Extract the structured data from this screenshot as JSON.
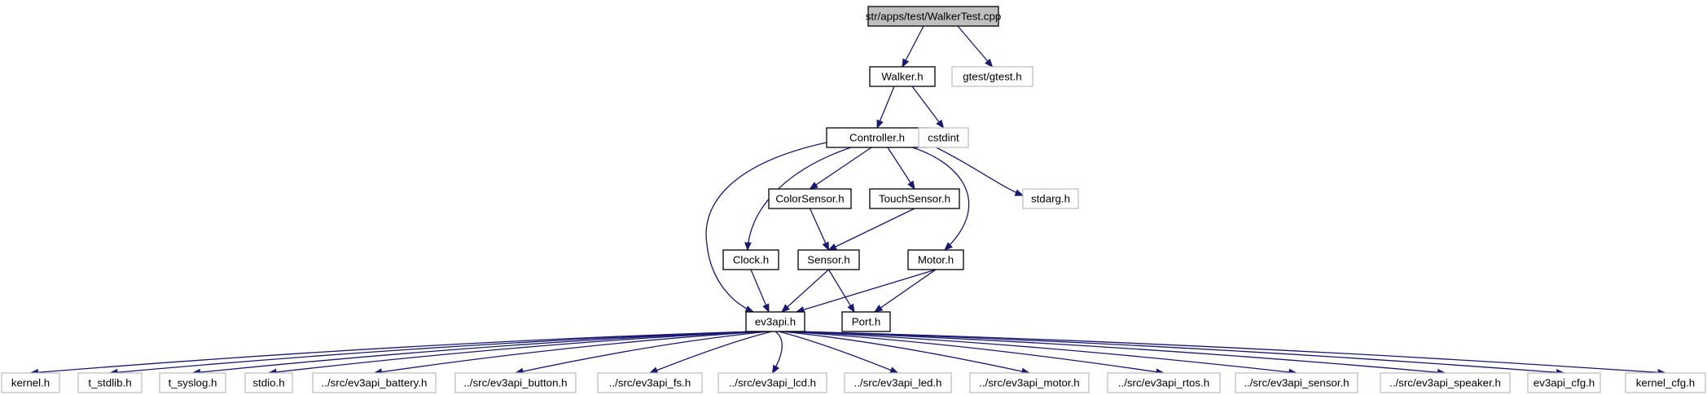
{
  "colors": {
    "edge": "#191970",
    "node_border_documented": "#000000",
    "node_border_external": "#bfbfbf",
    "root_fill": "#bfbfbf"
  },
  "nodes": [
    {
      "id": "walkertest",
      "label": "str/apps/test/WalkerTest.cpp",
      "kind": "root"
    },
    {
      "id": "walker",
      "label": "Walker.h",
      "kind": "documented"
    },
    {
      "id": "gtest",
      "label": "gtest/gtest.h",
      "kind": "external"
    },
    {
      "id": "controller",
      "label": "Controller.h",
      "kind": "documented"
    },
    {
      "id": "cstdint",
      "label": "cstdint",
      "kind": "external"
    },
    {
      "id": "colorsensor",
      "label": "ColorSensor.h",
      "kind": "documented"
    },
    {
      "id": "touchsensor",
      "label": "TouchSensor.h",
      "kind": "documented"
    },
    {
      "id": "stdarg",
      "label": "stdarg.h",
      "kind": "external"
    },
    {
      "id": "clock",
      "label": "Clock.h",
      "kind": "documented"
    },
    {
      "id": "sensor",
      "label": "Sensor.h",
      "kind": "documented"
    },
    {
      "id": "motor",
      "label": "Motor.h",
      "kind": "documented"
    },
    {
      "id": "ev3api",
      "label": "ev3api.h",
      "kind": "documented"
    },
    {
      "id": "port",
      "label": "Port.h",
      "kind": "documented"
    },
    {
      "id": "kernel",
      "label": "kernel.h",
      "kind": "external"
    },
    {
      "id": "tstdlib",
      "label": "t_stdlib.h",
      "kind": "external"
    },
    {
      "id": "tsyslog",
      "label": "t_syslog.h",
      "kind": "external"
    },
    {
      "id": "stdio",
      "label": "stdio.h",
      "kind": "external"
    },
    {
      "id": "battery",
      "label": "../src/ev3api_battery.h",
      "kind": "external"
    },
    {
      "id": "button",
      "label": "../src/ev3api_button.h",
      "kind": "external"
    },
    {
      "id": "fs",
      "label": "../src/ev3api_fs.h",
      "kind": "external"
    },
    {
      "id": "lcd",
      "label": "../src/ev3api_lcd.h",
      "kind": "external"
    },
    {
      "id": "led",
      "label": "../src/ev3api_led.h",
      "kind": "external"
    },
    {
      "id": "motorsrc",
      "label": "../src/ev3api_motor.h",
      "kind": "external"
    },
    {
      "id": "rtos",
      "label": "../src/ev3api_rtos.h",
      "kind": "external"
    },
    {
      "id": "sensorsrc",
      "label": "../src/ev3api_sensor.h",
      "kind": "external"
    },
    {
      "id": "speaker",
      "label": "../src/ev3api_speaker.h",
      "kind": "external"
    },
    {
      "id": "cfg",
      "label": "ev3api_cfg.h",
      "kind": "external"
    },
    {
      "id": "kernelcfg",
      "label": "kernel_cfg.h",
      "kind": "external"
    }
  ],
  "edges": [
    {
      "from": "walkertest",
      "to": "walker"
    },
    {
      "from": "walkertest",
      "to": "gtest"
    },
    {
      "from": "walker",
      "to": "controller"
    },
    {
      "from": "walker",
      "to": "cstdint"
    },
    {
      "from": "controller",
      "to": "colorsensor"
    },
    {
      "from": "controller",
      "to": "touchsensor"
    },
    {
      "from": "controller",
      "to": "stdarg"
    },
    {
      "from": "controller",
      "to": "clock"
    },
    {
      "from": "controller",
      "to": "motor"
    },
    {
      "from": "controller",
      "to": "ev3api"
    },
    {
      "from": "colorsensor",
      "to": "sensor"
    },
    {
      "from": "touchsensor",
      "to": "sensor"
    },
    {
      "from": "clock",
      "to": "ev3api"
    },
    {
      "from": "sensor",
      "to": "ev3api"
    },
    {
      "from": "sensor",
      "to": "port"
    },
    {
      "from": "motor",
      "to": "ev3api"
    },
    {
      "from": "motor",
      "to": "port"
    },
    {
      "from": "ev3api",
      "to": "kernel"
    },
    {
      "from": "ev3api",
      "to": "tstdlib"
    },
    {
      "from": "ev3api",
      "to": "tsyslog"
    },
    {
      "from": "ev3api",
      "to": "stdio"
    },
    {
      "from": "ev3api",
      "to": "battery"
    },
    {
      "from": "ev3api",
      "to": "button"
    },
    {
      "from": "ev3api",
      "to": "fs"
    },
    {
      "from": "ev3api",
      "to": "lcd"
    },
    {
      "from": "ev3api",
      "to": "led"
    },
    {
      "from": "ev3api",
      "to": "motorsrc"
    },
    {
      "from": "ev3api",
      "to": "rtos"
    },
    {
      "from": "ev3api",
      "to": "sensorsrc"
    },
    {
      "from": "ev3api",
      "to": "speaker"
    },
    {
      "from": "ev3api",
      "to": "cfg"
    },
    {
      "from": "ev3api",
      "to": "kernelcfg"
    }
  ]
}
